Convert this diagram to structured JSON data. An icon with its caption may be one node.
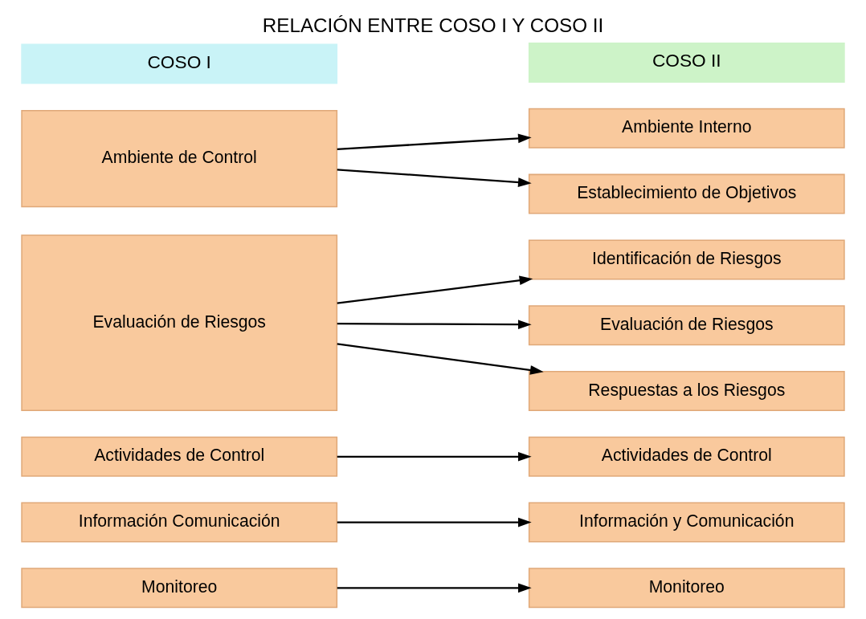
{
  "diagram": {
    "title": "RELACIÓN ENTRE COSO I Y COSO II",
    "nodes": [
      {
        "text": [
          "COSO I"
        ]
      },
      {
        "text": [
          "COSO II"
        ]
      },
      {
        "text": [
          "Ambiente de Control"
        ]
      },
      {
        "text": [
          "Evaluación de Riesgos"
        ]
      },
      {
        "text": [
          "Actividades de Control"
        ]
      },
      {
        "text": [
          "Información Comunicación"
        ]
      },
      {
        "text": [
          "Monitoreo"
        ]
      },
      {
        "text": [
          "Ambiente Interno"
        ]
      },
      {
        "text": [
          "Establecimiento de Objetivos"
        ]
      },
      {
        "text": [
          "Identificación de Riesgos"
        ]
      },
      {
        "text": [
          "Evaluación de Riesgos"
        ]
      },
      {
        "text": [
          "Respuestas a los Riesgos"
        ]
      },
      {
        "text": [
          "Actividades de Control"
        ]
      },
      {
        "text": [
          "Información y Comunicación"
        ]
      },
      {
        "text": [
          "Monitoreo"
        ]
      }
    ],
    "edges": [
      {
        "from": 2,
        "to": 7,
        "arrow": "to"
      },
      {
        "from": 2,
        "to": 8,
        "arrow": "to"
      },
      {
        "from": 3,
        "to": 9,
        "arrow": "to"
      },
      {
        "from": 3,
        "to": 10,
        "arrow": "to"
      },
      {
        "from": 3,
        "to": 11,
        "arrow": "to"
      },
      {
        "from": 4,
        "to": 12,
        "arrow": "to"
      },
      {
        "from": 5,
        "to": 13,
        "arrow": "to"
      },
      {
        "from": 6,
        "to": 14,
        "arrow": "to"
      }
    ]
  }
}
